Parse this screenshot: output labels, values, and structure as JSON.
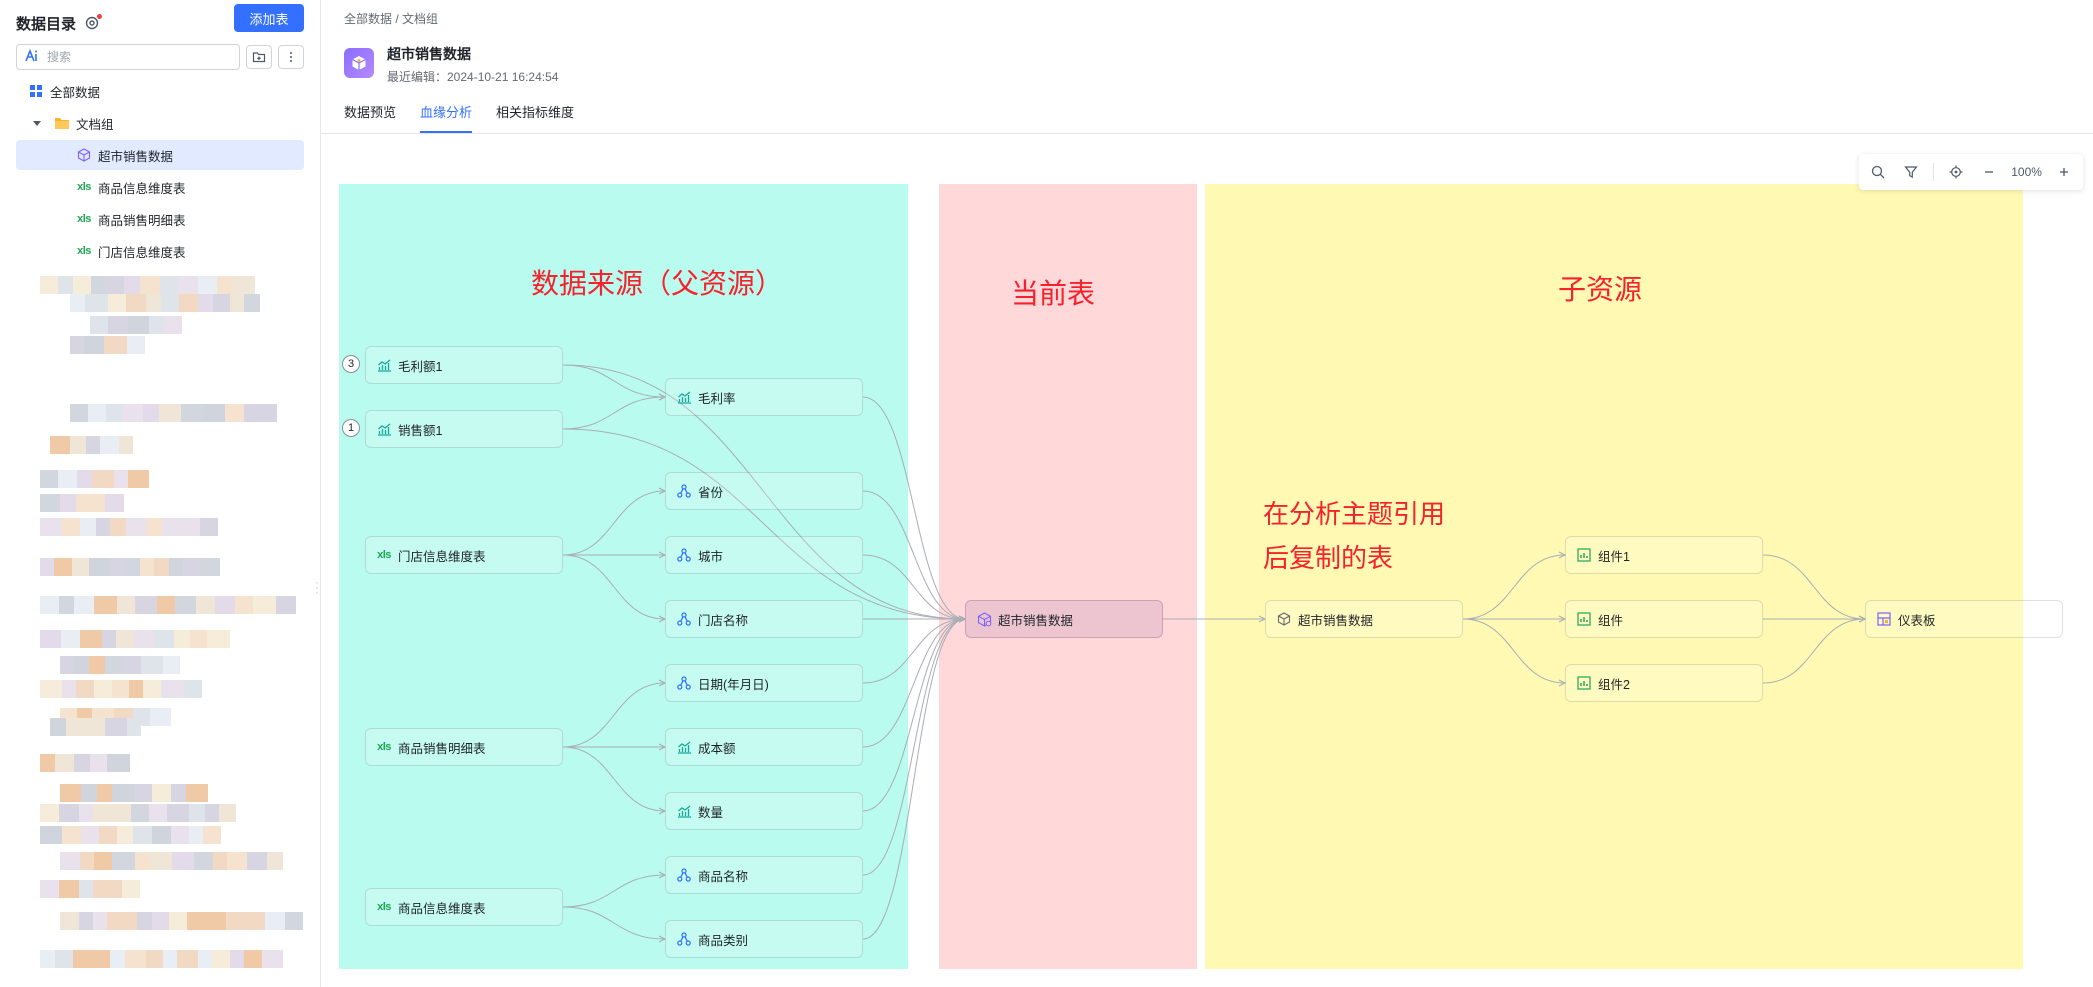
{
  "sidebar": {
    "title": "数据目录",
    "add_button": "添加表",
    "search_placeholder": "搜索",
    "tree": {
      "all_data": "全部数据",
      "folder": "文档组",
      "items": [
        "超市销售数据",
        "商品信息维度表",
        "商品销售明细表",
        "门店信息维度表"
      ]
    },
    "xls_label": "xls"
  },
  "header": {
    "breadcrumb": [
      "全部数据",
      "文档组"
    ],
    "breadcrumb_sep": "/",
    "title": "超市销售数据",
    "subtitle": "最近编辑：2024-10-21 16:24:54",
    "tabs": [
      "数据预览",
      "血缘分析",
      "相关指标维度"
    ],
    "active_tab": "血缘分析"
  },
  "zoom": {
    "level": "100%"
  },
  "zones": {
    "source": "数据来源（父资源）",
    "current": "当前表",
    "child": "子资源"
  },
  "annotation": [
    "在分析主题引用",
    "后复制的表"
  ],
  "nodes": {
    "src_gross1": "毛利额1",
    "src_sales1": "销售额1",
    "src_store_table": "门店信息维度表",
    "src_sales_detail": "商品销售明细表",
    "src_product_table": "商品信息维度表",
    "f_margin_rate": "毛利率",
    "f_province": "省份",
    "f_city": "城市",
    "f_store_name": "门店名称",
    "f_date": "日期(年月日)",
    "f_cost": "成本额",
    "f_qty": "数量",
    "f_product_name": "商品名称",
    "f_product_cat": "商品类别",
    "current": "超市销售数据",
    "copied": "超市销售数据",
    "comp1": "组件1",
    "comp": "组件",
    "comp2": "组件2",
    "dashboard": "仪表板"
  },
  "badges": {
    "gross1": "3",
    "sales1": "1"
  },
  "colors": {
    "accent": "#3370ff",
    "zone_source": "#b9fbee",
    "zone_current": "#ffd8da",
    "zone_child": "#fff9b3",
    "annotation": "#f5222d",
    "metric_icon": "#13a89e",
    "dimension_icon": "#3370ff",
    "xls_icon": "#1aa653"
  }
}
